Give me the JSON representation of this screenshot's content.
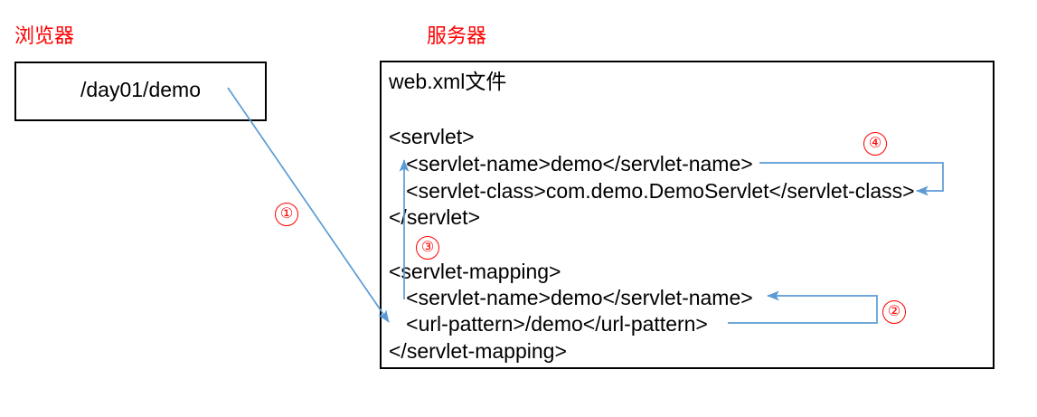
{
  "browser": {
    "title": "浏览器",
    "url_value": "/day01/demo"
  },
  "server": {
    "title": "服务器",
    "file_label": "web.xml文件",
    "code_lines": [
      "<servlet>",
      "   <servlet-name>demo</servlet-name>",
      "   <servlet-class>com.demo.DemoServlet</servlet-class>",
      "</servlet>",
      "<servlet-mapping>",
      "   <servlet-name>demo</servlet-name>",
      "   <url-pattern>/demo</url-pattern>",
      "</servlet-mapping>"
    ]
  },
  "annotations": {
    "step1": "①",
    "step2": "②",
    "step3": "③",
    "step4": "④"
  },
  "colors": {
    "title_red": "#ff0000",
    "arrow_blue": "#5b9bd5",
    "box_border": "#000000",
    "text_black": "#000000"
  }
}
